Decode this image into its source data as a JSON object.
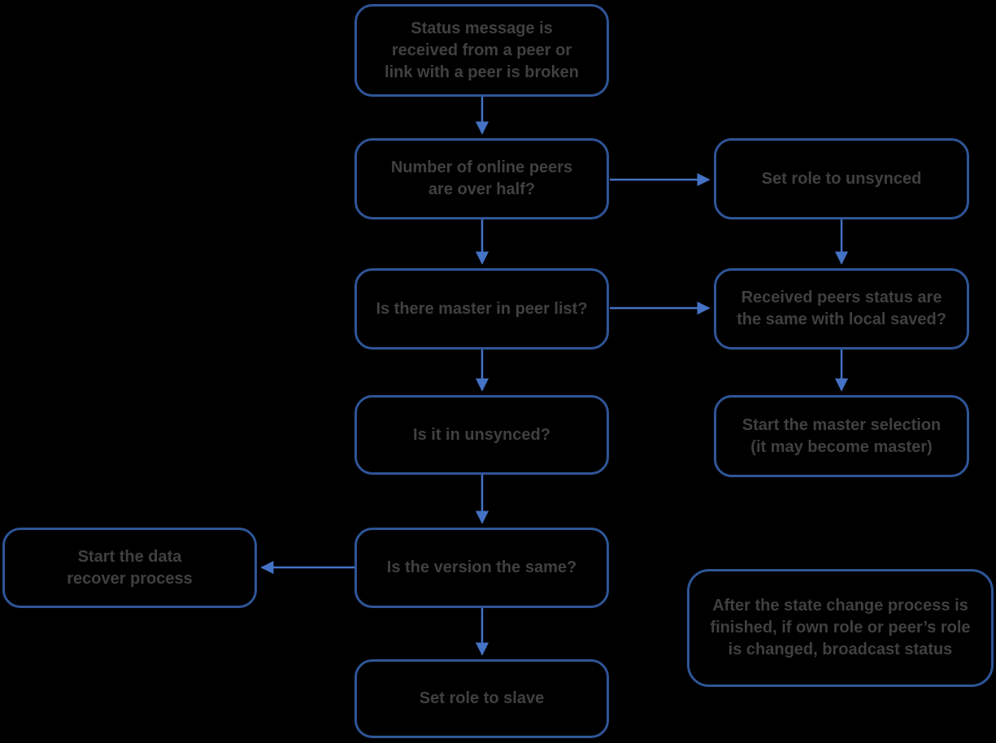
{
  "diagram": {
    "title": "Peer status / role state-change flowchart",
    "background_color": "#000000",
    "box_border_color": "#2F5597",
    "arrow_color": "#4472C4",
    "text_color": "#404040"
  },
  "nodes": {
    "status_message": {
      "label": "Status message is received from a peer or link with a peer is broken"
    },
    "online_peers": {
      "label": "Number of online peers are over half?"
    },
    "set_unsynced": {
      "label": "Set role to unsynced"
    },
    "master_in_list": {
      "label": "Is there master in peer list?"
    },
    "received_status": {
      "label": "Received peers status are the same with local saved?"
    },
    "in_unsynced": {
      "label": "Is it in unsynced?"
    },
    "master_selection": {
      "label": "Start the master selection (it may become master)"
    },
    "data_recover": {
      "label": "Start the data recover process"
    },
    "version_same": {
      "label": "Is the version the same?"
    },
    "set_slave": {
      "label": "Set role to slave"
    },
    "broadcast_note": {
      "label": "After the state change process is finished, if own role or peer’s role is changed, broadcast status"
    }
  },
  "edges": [
    {
      "from": "status_message",
      "to": "online_peers",
      "direction": "down"
    },
    {
      "from": "online_peers",
      "to": "set_unsynced",
      "direction": "right"
    },
    {
      "from": "online_peers",
      "to": "master_in_list",
      "direction": "down"
    },
    {
      "from": "set_unsynced",
      "to": "received_status",
      "direction": "down"
    },
    {
      "from": "master_in_list",
      "to": "received_status",
      "direction": "right"
    },
    {
      "from": "master_in_list",
      "to": "in_unsynced",
      "direction": "down"
    },
    {
      "from": "received_status",
      "to": "master_selection",
      "direction": "down"
    },
    {
      "from": "in_unsynced",
      "to": "version_same",
      "direction": "down"
    },
    {
      "from": "version_same",
      "to": "data_recover",
      "direction": "left"
    },
    {
      "from": "version_same",
      "to": "set_slave",
      "direction": "down"
    }
  ]
}
